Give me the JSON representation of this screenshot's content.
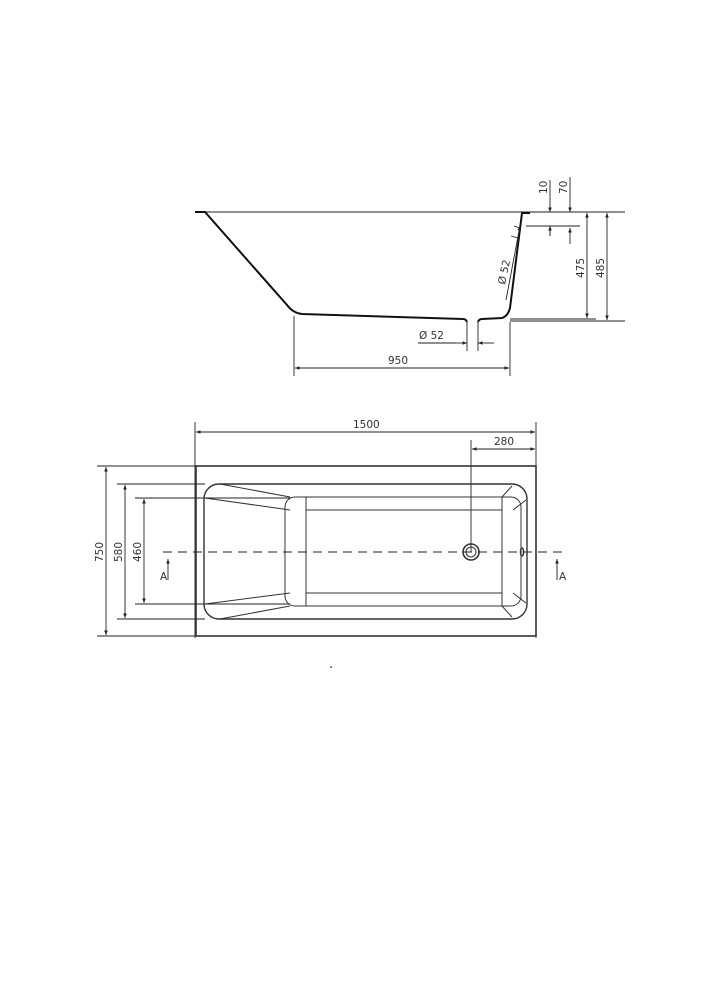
{
  "side_view": {
    "dim_rim_10": "10",
    "dim_rim_70": "70",
    "dim_depth_inner": "475",
    "dim_depth_total": "485",
    "dim_bottom_length": "950",
    "dim_drain_diameter": "Ø 52",
    "dim_overflow_diameter": "Ø 52"
  },
  "plan_view": {
    "dim_length": "1500",
    "dim_drain_offset": "280",
    "dim_width": "750",
    "dim_inner_width": "580",
    "dim_floor_width": "460",
    "section_left": "A",
    "section_right": "A"
  },
  "colors": {
    "line": "#222222",
    "background": "#ffffff"
  }
}
